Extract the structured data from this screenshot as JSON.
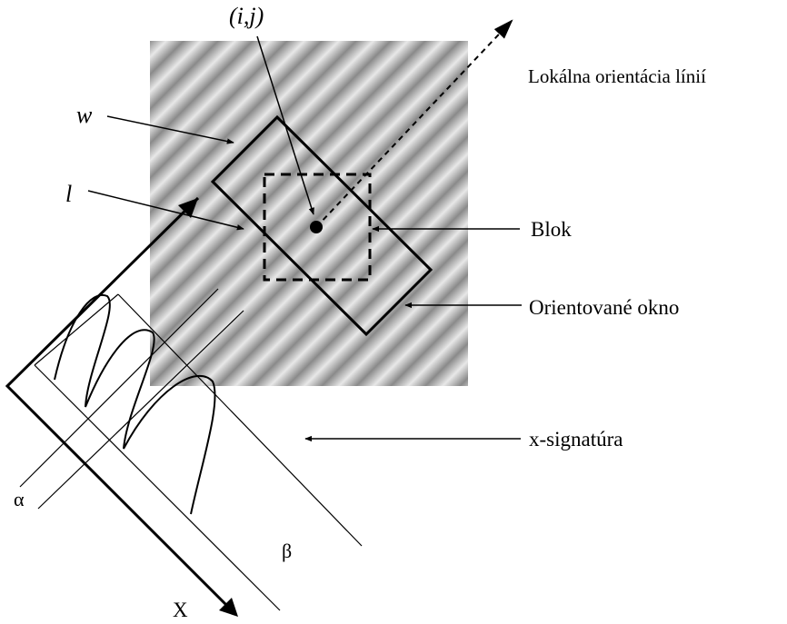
{
  "labels": {
    "ij": "(i,j)",
    "w": "w",
    "l": "l",
    "orientation": "Lokálna orientácia línií",
    "block": "Blok",
    "window": "Orientované okno",
    "signature": "x-signatúra",
    "alpha": "α",
    "beta": "β",
    "x_axis": "X"
  },
  "colors": {
    "stripe_light": "#e8e8e8",
    "stripe_dark": "#8a8a8a",
    "stroke": "#000000"
  }
}
